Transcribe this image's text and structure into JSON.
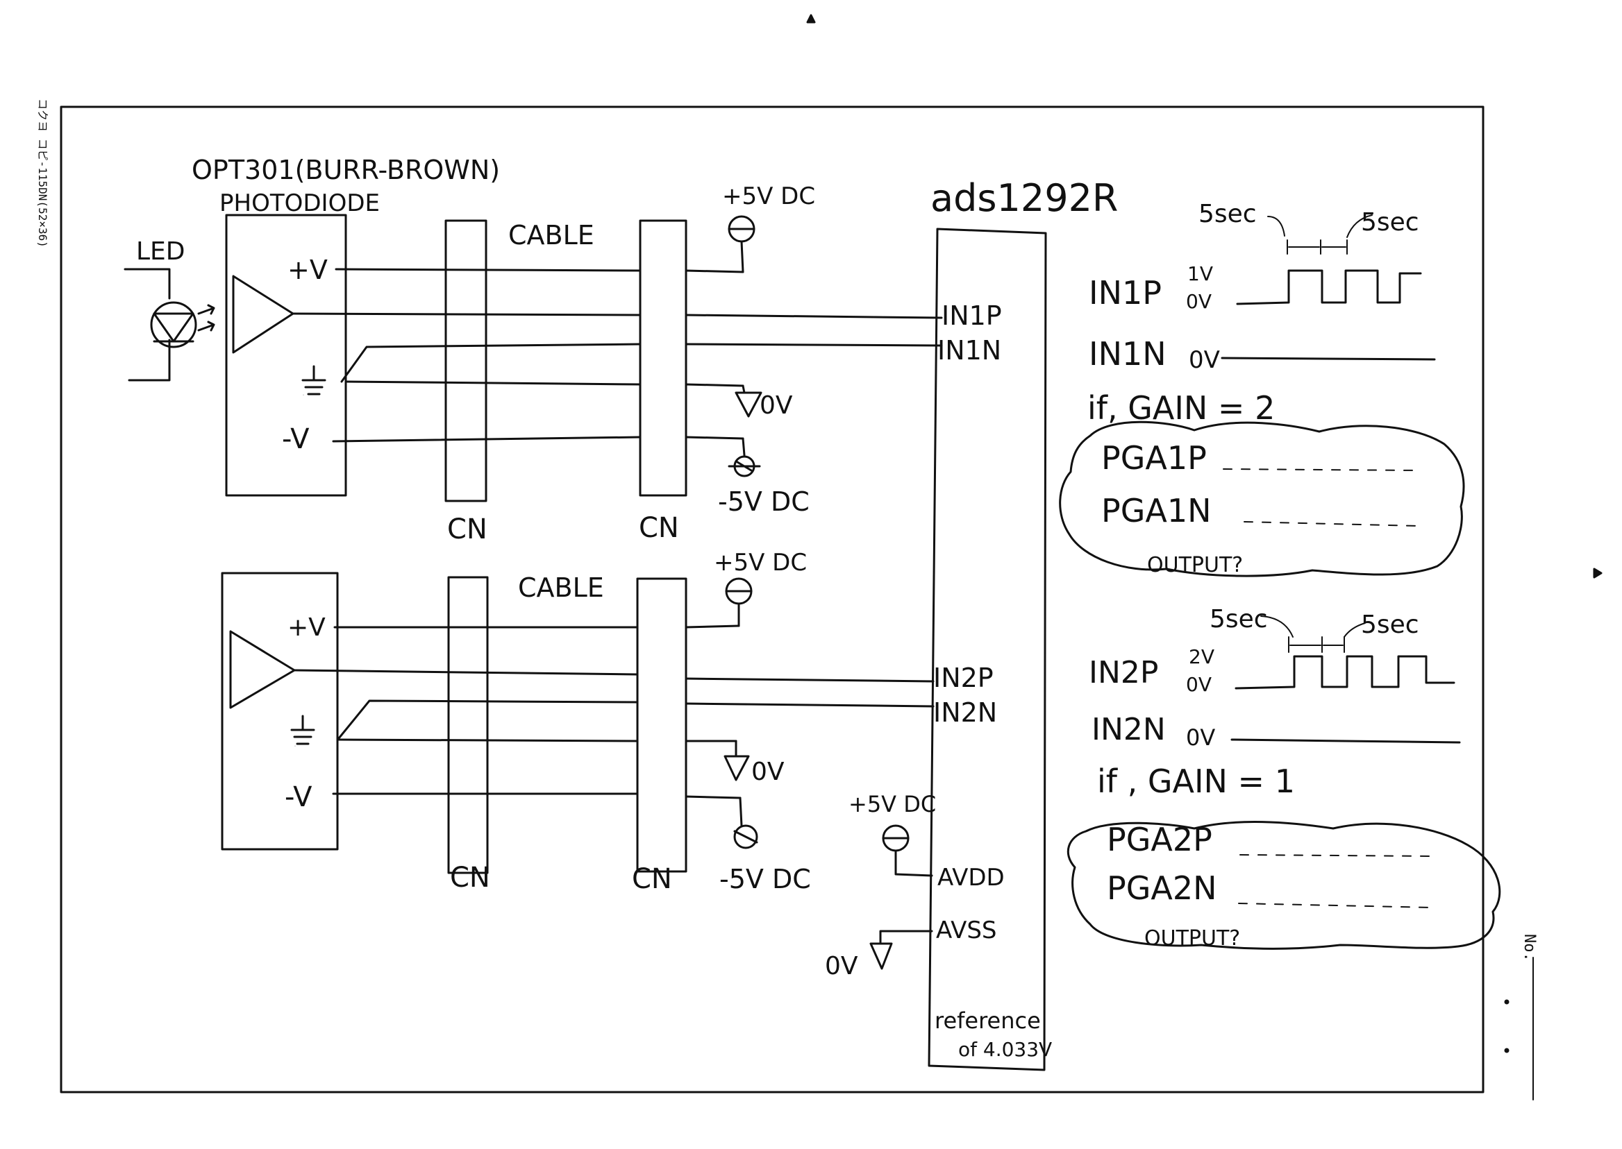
{
  "margin": {
    "side_label": "コクヨ コピ-115DN(52×36)",
    "no_label": "No."
  },
  "channel1": {
    "sensor_title": "OPT301(BURR-BROWN)",
    "sensor_subtitle": "PHOTODIODE",
    "led_label": "LED",
    "pin_pos": "+V",
    "pin_gnd": "⏚",
    "pin_neg": "-V",
    "cable_label": "CABLE",
    "connector_left": "CN",
    "connector_right": "CN",
    "supply_pos": "+5V DC",
    "supply_zero": "0V",
    "supply_neg": "-5V DC"
  },
  "channel2": {
    "pin_pos": "+V",
    "pin_gnd": "⏚",
    "pin_neg": "-V",
    "cable_label": "CABLE",
    "connector_left": "CN",
    "connector_right": "CN",
    "supply_pos": "+5V DC",
    "supply_zero": "0V",
    "supply_neg": "-5V DC"
  },
  "adc": {
    "name": "ads1292R",
    "pin_in1p": "IN1P",
    "pin_in1n": "IN1N",
    "pin_in2p": "IN2P",
    "pin_in2n": "IN2N",
    "pin_avdd": "AVDD",
    "pin_avss": "AVSS",
    "avdd_supply": "+5V DC",
    "avss_supply": "0V",
    "reference_line1": "reference",
    "reference_line2": "of 4.033V"
  },
  "notes1": {
    "period_left": "5sec",
    "period_right": "5sec",
    "in_p_label": "IN1P",
    "in_p_high": "1V",
    "in_p_low": "0V",
    "in_n_label": "IN1N",
    "in_n_level": "0V",
    "gain_condition": "if, GAIN = 2",
    "pga_p": "PGA1P",
    "pga_n": "PGA1N",
    "output_question": "OUTPUT?"
  },
  "notes2": {
    "period_left": "5sec",
    "period_right": "5sec",
    "in_p_label": "IN2P",
    "in_p_high": "2V",
    "in_p_low": "0V",
    "in_n_label": "IN2N",
    "in_n_level": "0V",
    "gain_condition": "if , GAIN = 1",
    "pga_p": "PGA2P",
    "pga_n": "PGA2N",
    "output_question": "OUTPUT?"
  },
  "colors": {
    "ink": "#111111",
    "paper": "#ffffff"
  }
}
